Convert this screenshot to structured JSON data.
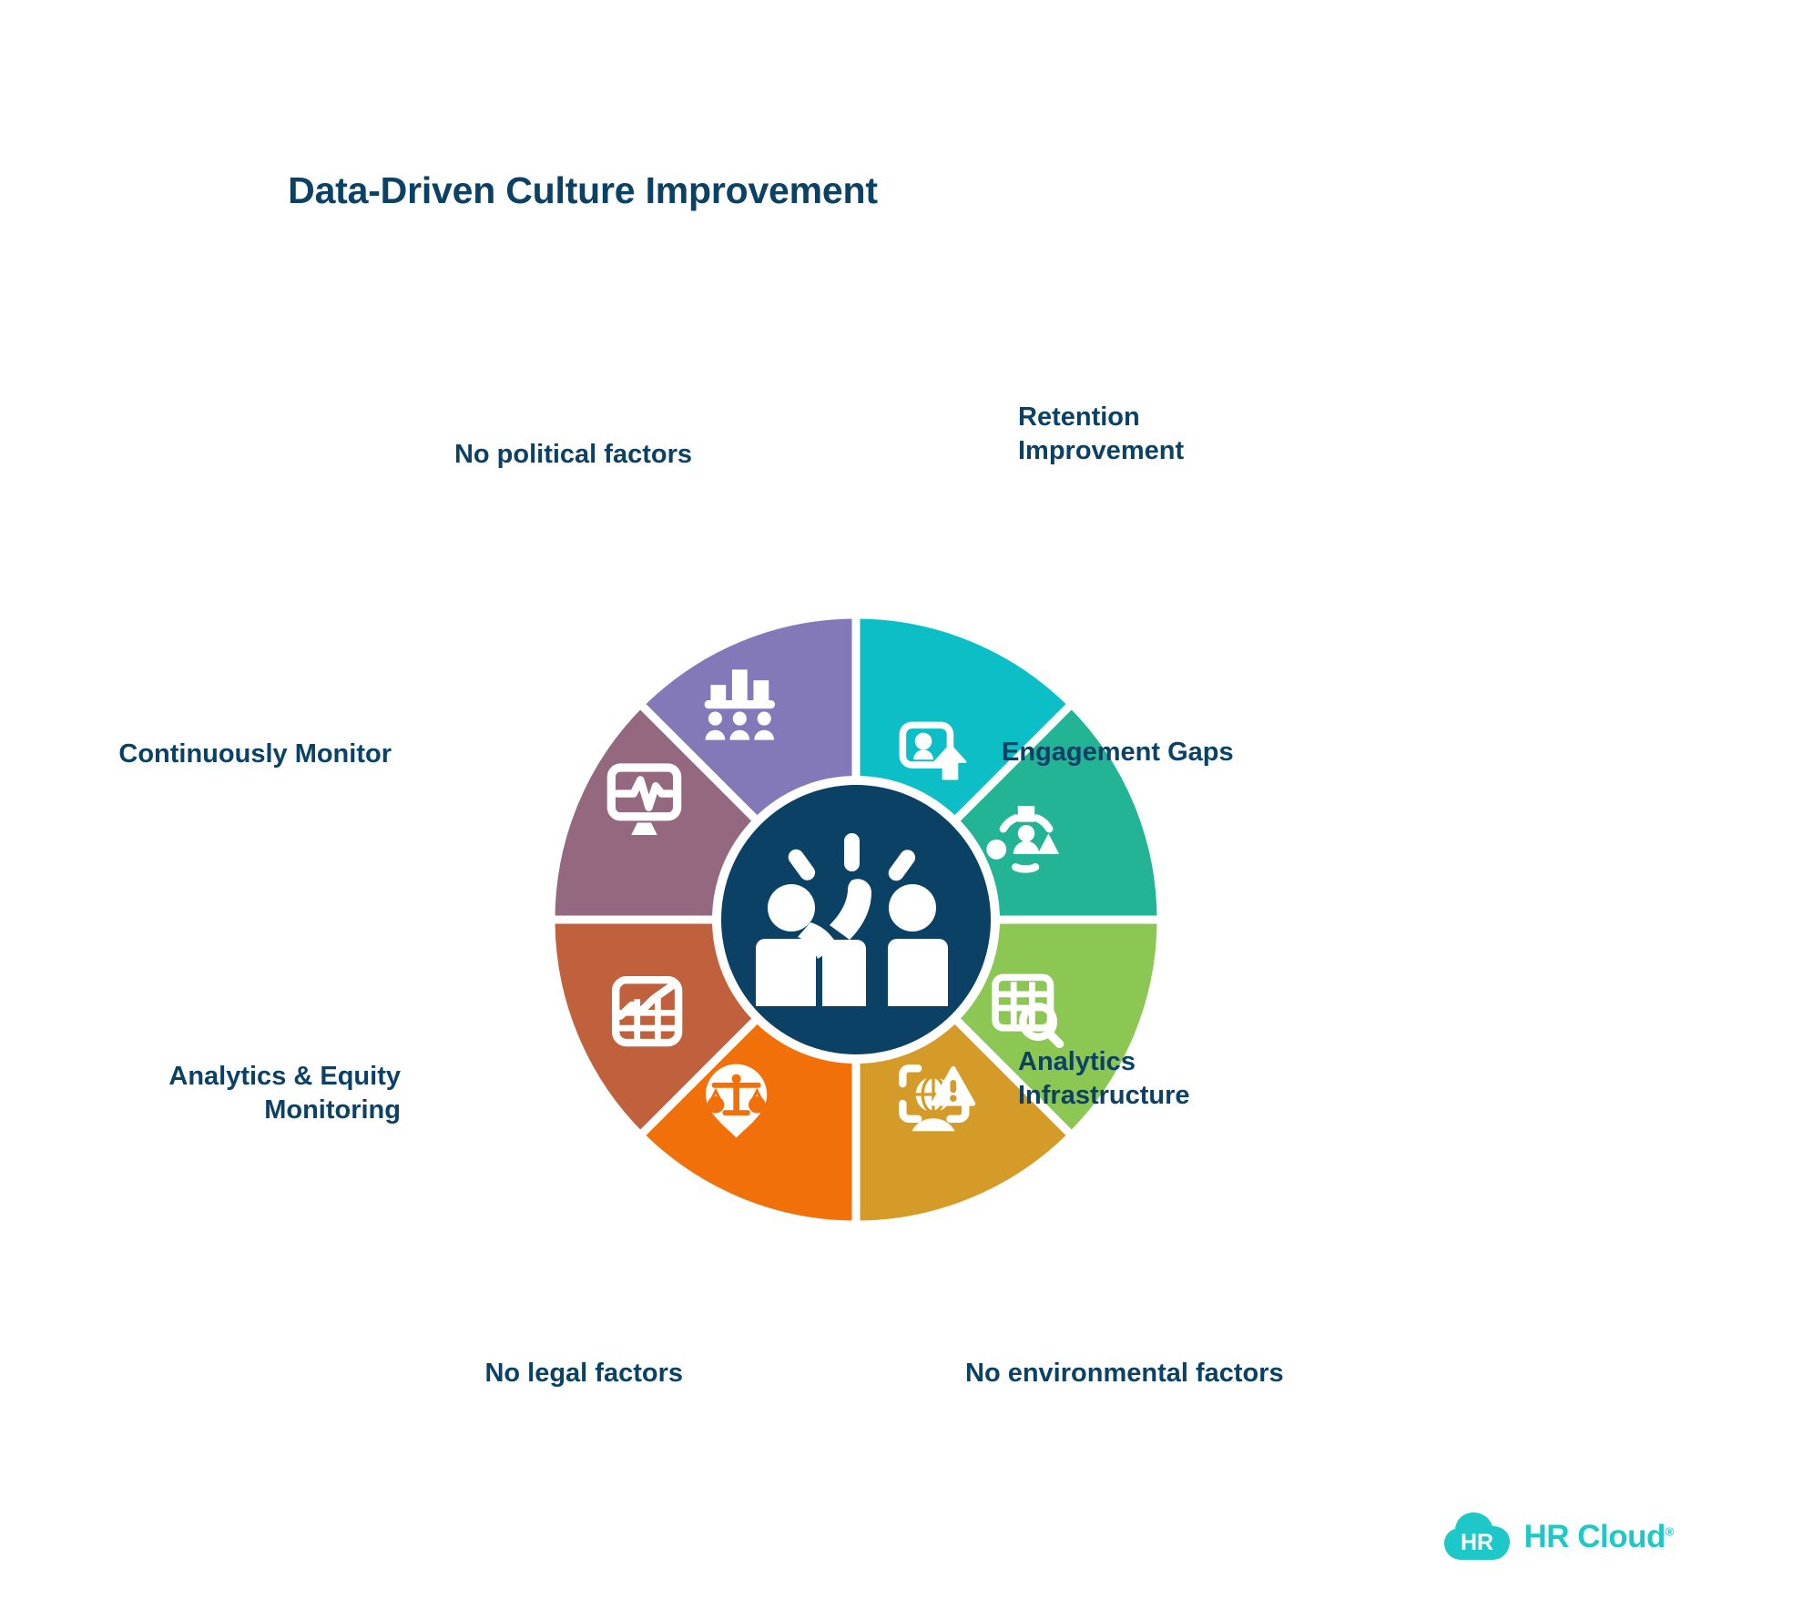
{
  "page": {
    "title": "Data-Driven Culture Improvement",
    "background_color": "#ffffff",
    "text_color": "#0b4165"
  },
  "hub": {
    "icon": "high-five-people-icon",
    "fill_color": "#0b4165",
    "icon_color": "#ffffff"
  },
  "chart_data": {
    "type": "pie",
    "title": "Data-Driven Culture Improvement",
    "subtype": "donut-wheel-8-segment",
    "legend_position": "around-segments",
    "categories": [
      "Retention Improvement",
      "Engagement Gaps",
      "Analytics Infrastructure",
      "No environmental factors",
      "No legal factors",
      "Analytics & Equity Monitoring",
      "Continuously Monitor",
      "No political factors"
    ],
    "values": [
      12.5,
      12.5,
      12.5,
      12.5,
      12.5,
      12.5,
      12.5,
      12.5
    ],
    "colors": [
      "#0cbfc6",
      "#23b496",
      "#8cc653",
      "#d49b28",
      "#f2700a",
      "#c0603c",
      "#94687f",
      "#8379b8"
    ]
  },
  "segments": [
    {
      "id": "retention-improvement",
      "label": "Retention\nImprovement",
      "color": "#0cbfc6",
      "icon": "person-card-up-arrow-icon",
      "start_angle": -90,
      "end_angle": -45,
      "label_side": "right"
    },
    {
      "id": "engagement-gaps",
      "label": "Engagement Gaps",
      "color": "#23b496",
      "icon": "person-network-shapes-icon",
      "start_angle": -45,
      "end_angle": 0,
      "label_side": "right"
    },
    {
      "id": "analytics-infrastructure",
      "label": "Analytics\nInfrastructure",
      "color": "#8cc653",
      "icon": "data-table-search-icon",
      "start_angle": 0,
      "end_angle": 45,
      "label_side": "right"
    },
    {
      "id": "no-environmental-factors",
      "label": "No environmental factors",
      "color": "#d49b28",
      "icon": "globe-warning-icon",
      "start_angle": 45,
      "end_angle": 90,
      "label_side": "right"
    },
    {
      "id": "no-legal-factors",
      "label": "No legal factors",
      "color": "#f2700a",
      "icon": "map-pin-scales-icon",
      "start_angle": 90,
      "end_angle": 135,
      "label_side": "left"
    },
    {
      "id": "analytics-equity-monitoring",
      "label": "Analytics & Equity\nMonitoring",
      "color": "#c0603c",
      "icon": "grid-growth-chart-icon",
      "start_angle": 135,
      "end_angle": 180,
      "label_side": "left"
    },
    {
      "id": "continuously-monitor",
      "label": "Continuously Monitor",
      "color": "#94687f",
      "icon": "monitor-pulse-icon",
      "start_angle": 180,
      "end_angle": 225,
      "label_side": "left"
    },
    {
      "id": "no-political-factors",
      "label": "No political factors",
      "color": "#8379b8",
      "icon": "bar-chart-audience-icon",
      "start_angle": 225,
      "end_angle": 270,
      "label_side": "left"
    }
  ],
  "brand": {
    "name": "HR Cloud",
    "mark_text": "HR",
    "trademark": "®",
    "color": "#1ec8c8"
  }
}
